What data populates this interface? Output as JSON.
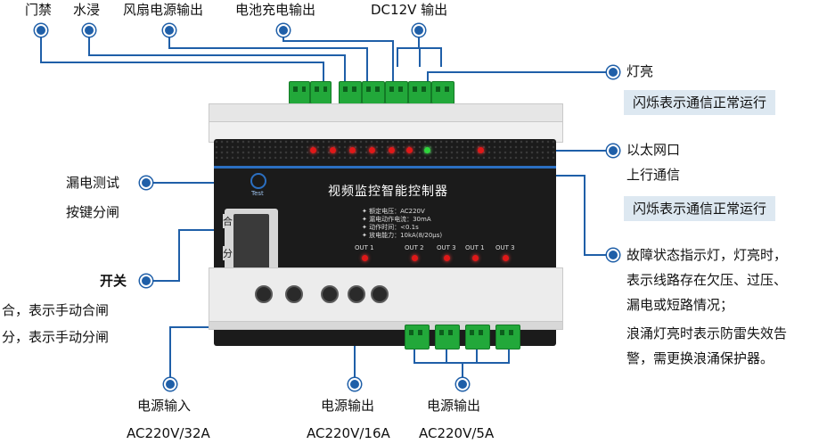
{
  "top_labels": {
    "door": "门禁",
    "water": "水浸",
    "fan": "风扇电源输出",
    "battery": "电池充电输出",
    "dc12v": "DC12V 输出"
  },
  "right_labels": {
    "light": "灯亮",
    "light_box": "闪烁表示通信正常运行",
    "ethernet": "以太网口",
    "uplink": "上行通信",
    "ethernet_box": "闪烁表示通信正常运行",
    "fault_lines": [
      "故障状态指示灯，灯亮时，",
      "表示线路存在欠压、过压、",
      "漏电或短路情况；",
      "浪涌灯亮时表示防雷失效告",
      "警，需更换浪涌保护器。"
    ]
  },
  "left_labels": {
    "leak_test": "漏电测试",
    "key_trip": "按键分闸",
    "switch": "开关",
    "close_desc": "合，表示手动合闸",
    "open_desc": "分，表示手动分闸"
  },
  "bottom_labels": {
    "power_in": "电源输入",
    "power_in_spec": "AC220V/32A",
    "out_16a": "电源输出",
    "out_16a_spec": "AC220V/16A",
    "out_5a": "电源输出",
    "out_5a_spec": "AC220V/5A"
  },
  "device": {
    "title": "视频监控智能控制器",
    "specs": [
      "✦ 额定电压：AC220V",
      "✦ 漏电动作电流：30mA",
      "✦ 动作时间：<0.1s",
      "✦ 放电能力：10kA(8/20μs)"
    ],
    "test_label": "Test",
    "switch_on": "合",
    "switch_off": "分",
    "outputs": [
      "OUT 1",
      "OUT 2",
      "OUT 3",
      "OUT 1",
      "OUT 3"
    ]
  },
  "colors": {
    "accent": "#1f5fa8",
    "box_bg": "#dde8f1",
    "terminal": "#22a83a",
    "panel": "#1b1b1b"
  }
}
